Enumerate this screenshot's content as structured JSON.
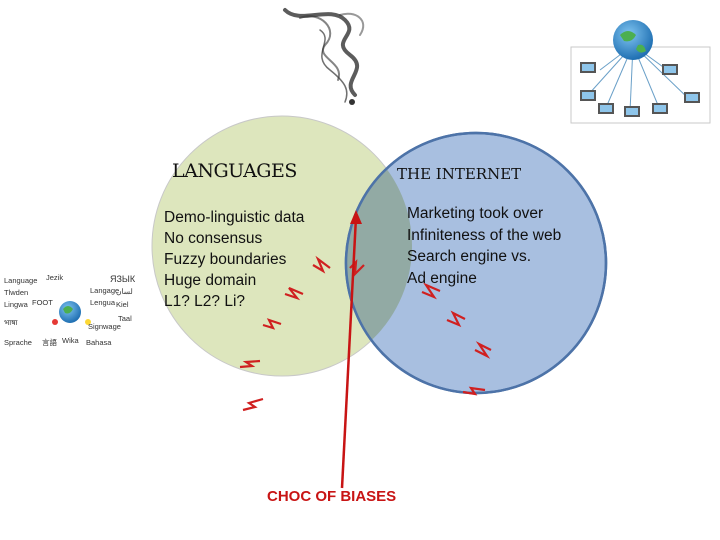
{
  "left_circle": {
    "title": "LANGUAGES",
    "items": [
      "Demo-linguistic data",
      "No consensus",
      "Fuzzy boundaries",
      "Huge domain",
      "L1? L2? Li?"
    ],
    "fill": "#dde6bd"
  },
  "right_circle": {
    "title": "THE INTERNET",
    "items": [
      "Marketing took over",
      "Infiniteness of the web",
      "Search engine vs.",
      "Ad engine"
    ],
    "fill": "#a8bfe0",
    "stroke": "#4d73a8"
  },
  "overlap_fill": "#92aaa4",
  "caption": "CHOC OF BIASES",
  "arrow_color": "#c81414",
  "lightning_color": "#d02020",
  "language_words": [
    "Language",
    "Jezik",
    "ЯЗЫК",
    "Tlwden",
    "FOOT",
    "لسان",
    "Langage",
    "Lingwa",
    "Kiel",
    "Lengua",
    "Sprache",
    "Bahasa",
    "भाषा",
    "Taal",
    "Signwage",
    "Wika",
    "言語"
  ],
  "icons": [
    "smoke-image",
    "network-globe-icon",
    "language-globe-icon"
  ]
}
